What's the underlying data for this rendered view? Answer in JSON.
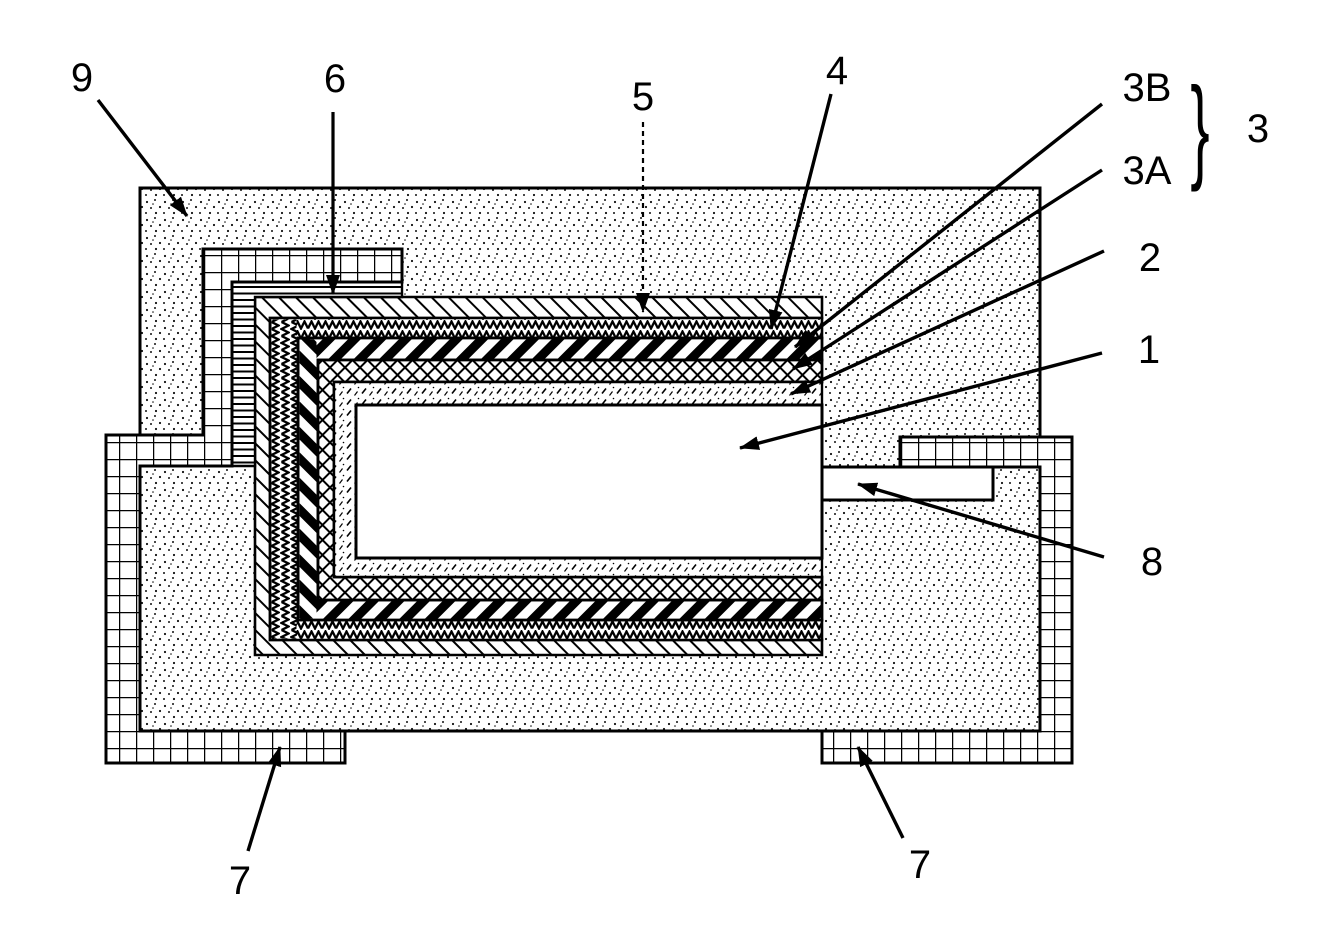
{
  "figure": {
    "background_color": "#ffffff",
    "line_color": "#000000",
    "labels": {
      "part9": "9",
      "part6": "6",
      "part5": "5",
      "part4": "4",
      "part3B": "3B",
      "part3A": "3A",
      "part3": "3",
      "part2": "2",
      "part1": "1",
      "part8": "8",
      "part7_left": "7",
      "part7_right": "7",
      "brace_glyph": "}"
    }
  }
}
